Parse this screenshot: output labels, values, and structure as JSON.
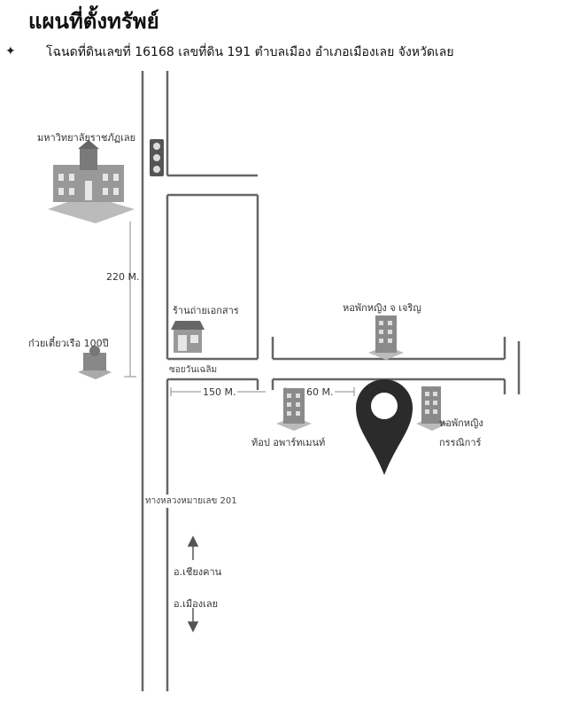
{
  "header": {
    "title": "แผนที่ตั้งทรัพย์",
    "deed_line": "โฉนดที่ดินเลขที่ 16168  เลขที่ดิน 191  ตำบลเมือง  อำเภอเมืองเลย  จังหวัดเลย"
  },
  "landmarks": {
    "university": "มหาวิทยาลัยราชภัฏเลย",
    "noodle_shop": "ก๋วยเตี๋ยวเรือ 100ปี",
    "copy_shop": "ร้านถ่ายเอกสาร",
    "dorm_charoen": "หอพักหญิง จ เจริญ",
    "apartment": "ท้อป อพาร์ทเมนท์",
    "dorm_kannika_line1": "หอพักหญิง",
    "dorm_kannika_line2": "กรรณิการ์"
  },
  "roads": {
    "soi": "ซอยวันเฉลิม",
    "highway": "ทางหลวงหมายเลข 201",
    "to_north": "อ.เชียงคาน",
    "to_south": "อ.เมืองเลย"
  },
  "distances": {
    "uni_to_soi": "220 M.",
    "to_apartment": "150 M.",
    "to_property": "60 M."
  },
  "colors": {
    "road": "#666666",
    "pin": "#2b2b2b",
    "building": "#8a8a8a"
  },
  "icons": {
    "traffic_light": "traffic-light-icon",
    "pin": "location-pin-icon"
  }
}
